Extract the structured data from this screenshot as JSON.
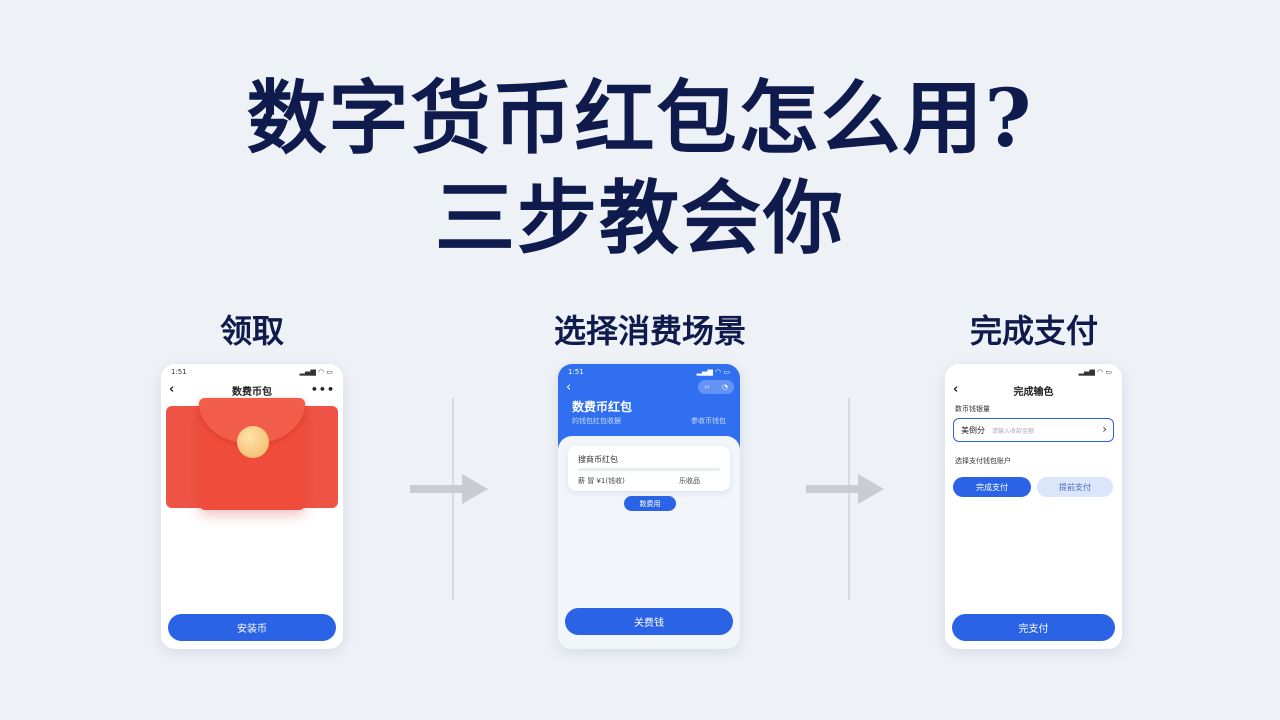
{
  "headline": {
    "line1": "数字货币红包怎么用?",
    "line2": "三步教会你"
  },
  "steps": [
    {
      "label": "领取",
      "phone": {
        "status_time": "1:51",
        "nav_title": "数费币包",
        "more": "•••",
        "bottom_button": "安装币"
      }
    },
    {
      "label": "选择消费场景",
      "phone": {
        "status_time": "1:51",
        "header_title": "数费币红包",
        "header_sub_left": "的钱包红包收据",
        "header_sub_right": "参收币钱包",
        "pill_left": "‹›",
        "pill_right": "◔",
        "card_title": "搜商币红包",
        "card_left": "薪 冒 ¥1(钱收)",
        "card_right": "乐收品",
        "small_button": "数费用",
        "bottom_button": "关费钱"
      }
    },
    {
      "label": "完成支付",
      "phone": {
        "status_time": "",
        "nav_title": "完成输色",
        "label1": "数币钱银量",
        "input_label": "美倒分",
        "input_placeholder": "请输入收款金额",
        "label2": "选择支付钱包账户",
        "button1": "完成支付",
        "button2": "提前支付",
        "bottom_button": "完支付"
      }
    }
  ],
  "colors": {
    "primary": "#2b63e6",
    "headline": "#0f1b4d",
    "envelope": "#f04c3b",
    "coin": "#f0b665",
    "background": "#eef1f6"
  }
}
